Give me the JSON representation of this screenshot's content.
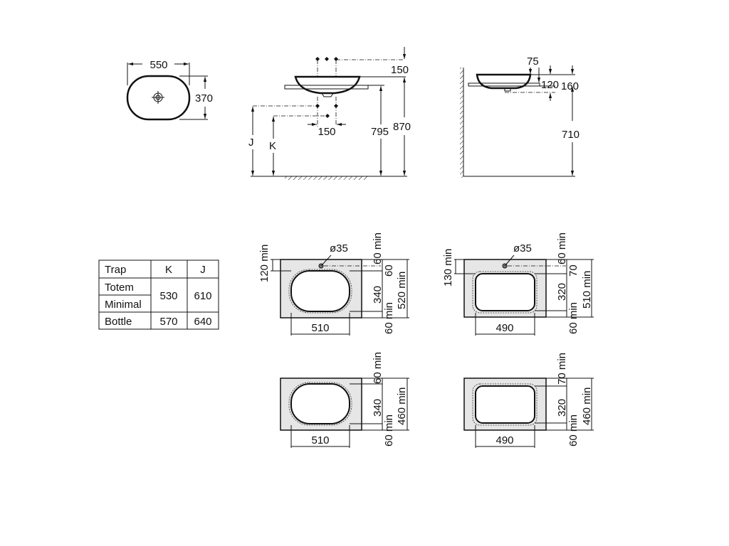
{
  "top_view": {
    "width": "550",
    "depth": "370"
  },
  "side_view": {
    "tap_spacing_top": "150",
    "waste_spacing": "150",
    "height_counter": "795",
    "height_rim": "870",
    "label_j": "J",
    "label_k": "K"
  },
  "end_view": {
    "offset": "75",
    "basin_depth": "120",
    "overall_depth": "160",
    "counter_height": "710"
  },
  "trap_table": {
    "headers": [
      "Trap",
      "K",
      "J"
    ],
    "rows": [
      {
        "trap": "Totem",
        "k": "530",
        "j": "610"
      },
      {
        "trap": "Minimal",
        "k": "",
        "j": ""
      },
      {
        "trap": "Bottle",
        "k": "570",
        "j": "640"
      }
    ]
  },
  "cutouts": [
    {
      "hole": "ø35",
      "top_offset": "120 min",
      "top_margin": "60 min",
      "hole_gap": "60",
      "height": "340",
      "bottom_margin": "60 min",
      "total": "520 min",
      "width": "510"
    },
    {
      "hole": "ø35",
      "top_offset": "130 min",
      "top_margin": "60 min",
      "hole_gap": "70",
      "height": "320",
      "bottom_margin": "60 min",
      "total": "510 min",
      "width": "490"
    },
    {
      "top_margin": "60 min",
      "height": "340",
      "bottom_margin": "60 min",
      "total": "460 min",
      "width": "510"
    },
    {
      "top_margin": "70 min",
      "height": "320",
      "bottom_margin": "60 min",
      "total": "460 min",
      "width": "490"
    }
  ]
}
